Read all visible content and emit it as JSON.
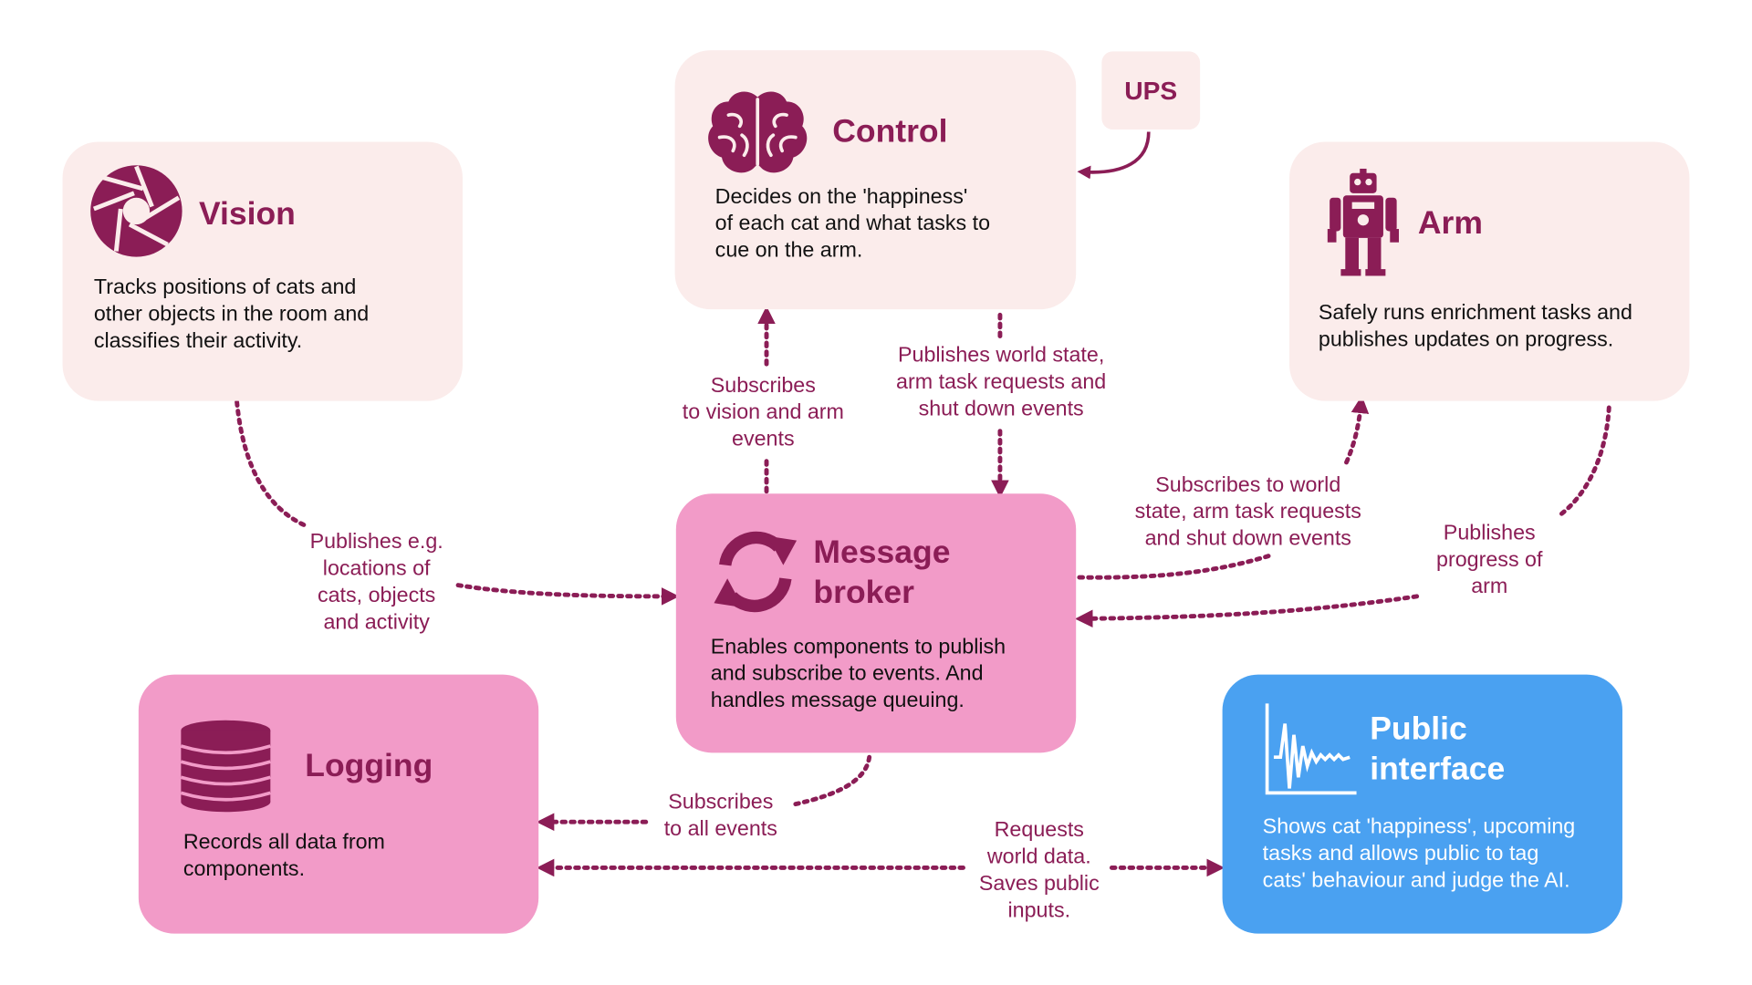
{
  "colors": {
    "accent": "#8b1d56",
    "light_box": "#fbeceb",
    "pink_box": "#f29bc8",
    "blue_box": "#4aa1f1"
  },
  "nodes": {
    "vision": {
      "title": "Vision",
      "description": [
        "Tracks positions of cats and",
        "other objects in the room and",
        "classifies their activity."
      ],
      "icon": "camera-aperture-icon"
    },
    "control": {
      "title": "Control",
      "description": [
        "Decides on the 'happiness'",
        "of each cat and what tasks to",
        "cue on the arm."
      ],
      "icon": "brain-icon"
    },
    "ups": {
      "title": "UPS"
    },
    "arm": {
      "title": "Arm",
      "description": [
        "Safely runs enrichment tasks and",
        "publishes updates on progress."
      ],
      "icon": "robot-icon"
    },
    "broker": {
      "title": [
        "Message",
        "broker"
      ],
      "description": [
        "Enables components to publish",
        "and subscribe to events. And",
        "handles message queuing."
      ],
      "icon": "refresh-arrows-icon"
    },
    "logging": {
      "title": "Logging",
      "description": [
        "Records all data from",
        "components."
      ],
      "icon": "database-icon"
    },
    "public": {
      "title": [
        "Public",
        "interface"
      ],
      "description": [
        "Shows cat 'happiness', upcoming",
        "tasks and allows public to tag",
        "cats' behaviour and judge the AI."
      ],
      "icon": "waveform-chart-icon"
    }
  },
  "edge_labels": {
    "vision_to_broker": [
      "Publishes e.g.",
      "locations of",
      "cats, objects",
      "and activity"
    ],
    "broker_to_control": [
      "Subscribes",
      "to vision and arm",
      "events"
    ],
    "control_to_broker": [
      "Publishes world state,",
      "arm task requests and",
      "shut down events"
    ],
    "broker_to_arm": [
      "Subscribes to world",
      "state, arm task requests",
      "and shut down events"
    ],
    "arm_to_broker": [
      "Publishes",
      "progress of",
      "arm"
    ],
    "broker_to_logging": [
      "Subscribes",
      "to all events"
    ],
    "logging_public": [
      "Requests",
      "world data.",
      "Saves public",
      "inputs."
    ]
  }
}
